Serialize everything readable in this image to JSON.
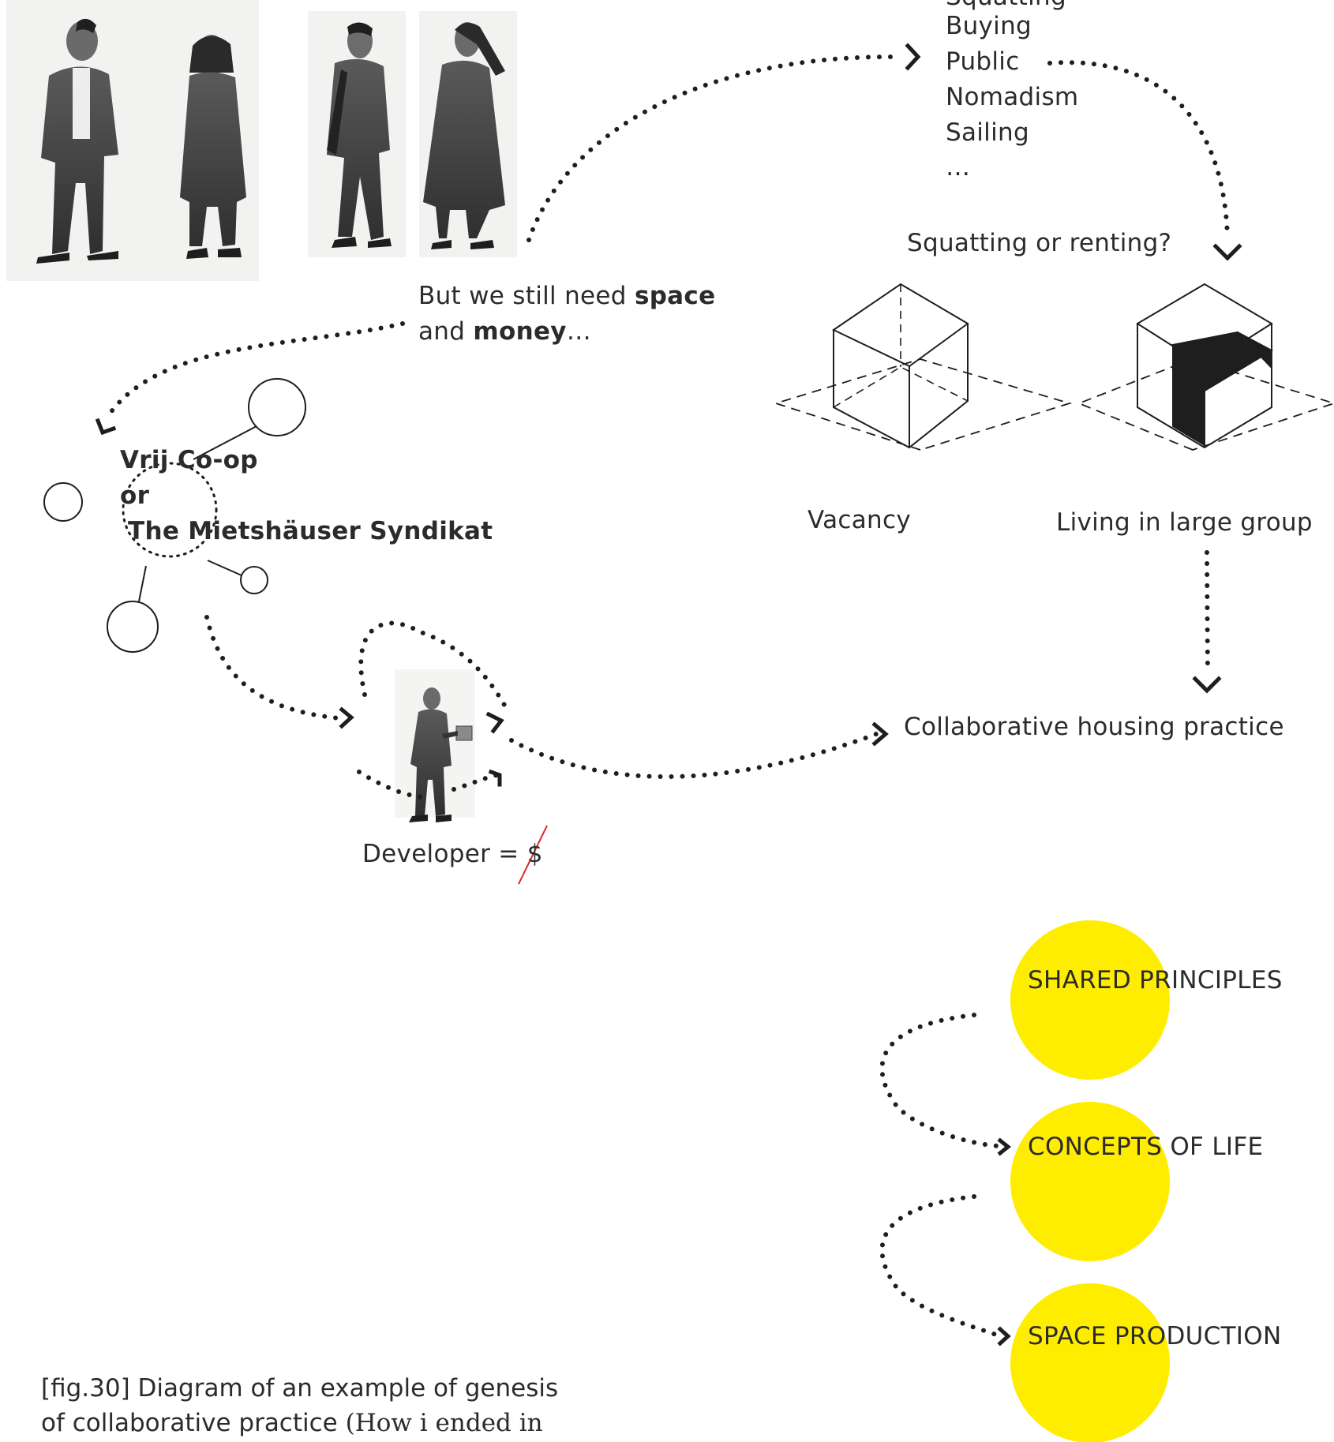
{
  "options": {
    "partial_top": "Squatting",
    "items": [
      "Buying",
      "Public",
      "Nomadism",
      "Sailing",
      "…"
    ]
  },
  "question": "Squatting or renting?",
  "need_text": {
    "line1_plain": "But we still need ",
    "line1_bold": "space",
    "line2_plain_a": "and ",
    "line2_bold": "money",
    "line2_plain_b": "…"
  },
  "organisations": {
    "line1": "Vrij Co-op",
    "line2": "or",
    "line3": "The Mietshäuser Syndikat"
  },
  "cube_labels": {
    "vacancy": "Vacancy",
    "large_group": "Living in large group"
  },
  "practice": "Collaborative housing practice",
  "developer": {
    "label": "Developer = ",
    "symbol": "$"
  },
  "principles": [
    {
      "label": "SHARED PRINCIPLES"
    },
    {
      "label": "CONCEPTS OF LIFE"
    },
    {
      "label": "SPACE PRODUCTION"
    }
  ],
  "caption": {
    "line1": "[fig.30] Diagram of an example of genesis",
    "line2_a": "of collaborative practice ",
    "line2_b": "(How i ended in"
  },
  "colors": {
    "yellow": "#FFED00",
    "ink": "#2b2b2b",
    "strike": "#e0242b"
  },
  "icons": [
    "standing-people-illustration",
    "walking-people-illustration",
    "developer-figure-illustration"
  ]
}
